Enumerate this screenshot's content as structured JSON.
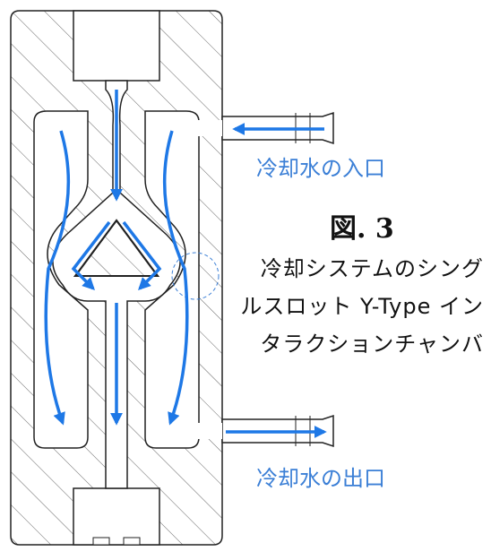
{
  "labels": {
    "inlet": "冷却水の入口",
    "outlet": "冷却水の出口",
    "figure": "図. 3",
    "caption_lines": [
      "冷却システムのシング",
      "ルスロット Y-Type イン",
      "タラクションチャンバ"
    ]
  },
  "colors": {
    "flow": "#1e78e6",
    "outline": "#222222",
    "hatch": "#555555",
    "label_blue": "#3b7fd6"
  },
  "icons": [
    "flow-arrow-icon",
    "hose-barb-icon"
  ]
}
